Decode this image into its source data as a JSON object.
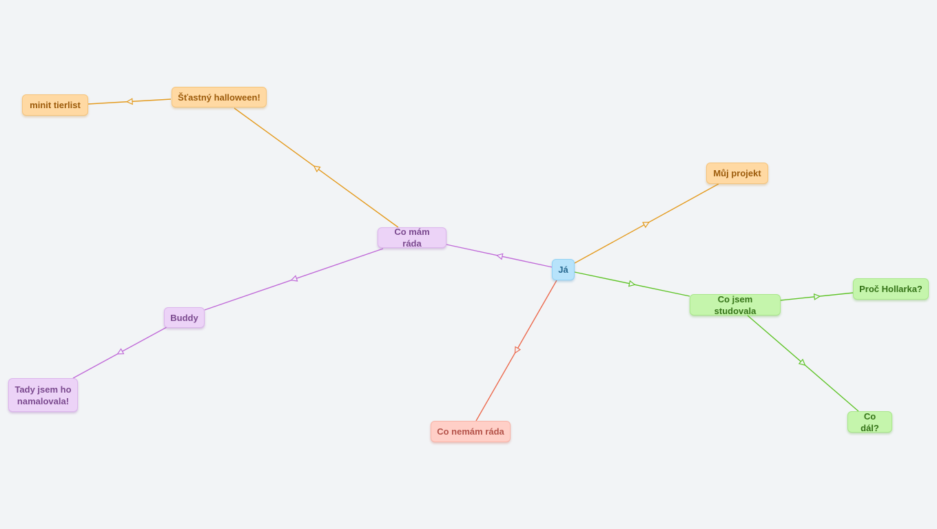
{
  "colors": {
    "orange": "#e49a1d",
    "purple": "#c06ad8",
    "green": "#5ec326",
    "red": "#ec6a4e",
    "blue": "#5bb4e8",
    "background": "#f2f4f6"
  },
  "nodes": {
    "ja": "Já",
    "co_mam_rada": "Co mám ráda",
    "halloween": "Šťastný halloween!",
    "tierlist": "minit tierlist",
    "buddy": "Buddy",
    "tady": "Tady jsem ho\nnamalovala!",
    "projekt": "Můj projekt",
    "studovala": "Co jsem studovala",
    "hollarka": "Proč Hollarka?",
    "co_dal": "Co dál?",
    "nemam": "Co nemám ráda"
  },
  "edges": [
    {
      "from": "ja",
      "to": "co_mam_rada",
      "color": "purple"
    },
    {
      "from": "co_mam_rada",
      "to": "halloween",
      "color": "orange"
    },
    {
      "from": "halloween",
      "to": "tierlist",
      "color": "orange"
    },
    {
      "from": "co_mam_rada",
      "to": "buddy",
      "color": "purple"
    },
    {
      "from": "buddy",
      "to": "tady",
      "color": "purple"
    },
    {
      "from": "ja",
      "to": "projekt",
      "color": "orange"
    },
    {
      "from": "ja",
      "to": "studovala",
      "color": "green"
    },
    {
      "from": "studovala",
      "to": "hollarka",
      "color": "green"
    },
    {
      "from": "studovala",
      "to": "co_dal",
      "color": "green"
    },
    {
      "from": "ja",
      "to": "nemam",
      "color": "red"
    }
  ]
}
